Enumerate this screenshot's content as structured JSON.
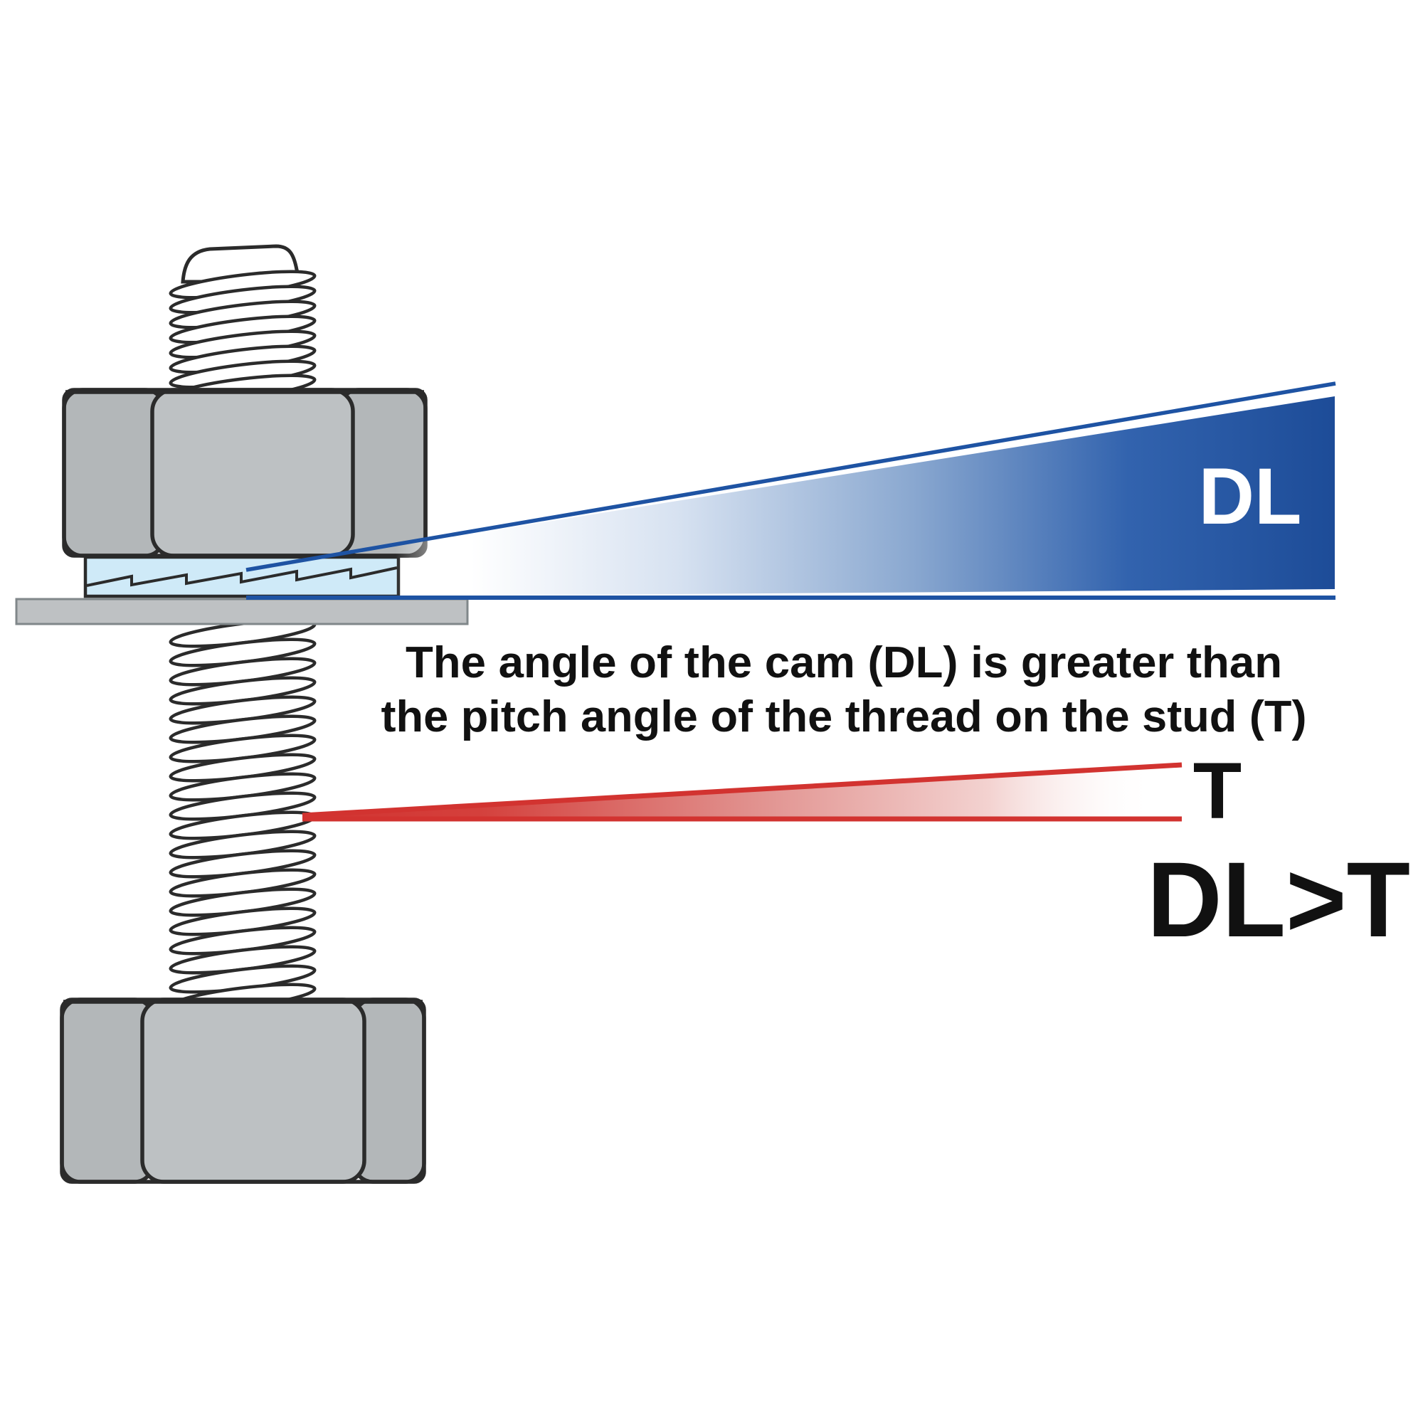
{
  "caption": {
    "line1": "The angle of the cam (DL) is greater than",
    "line2": "the pitch angle of the thread on the stud (T)"
  },
  "labels": {
    "cam_angle": "DL",
    "thread_pitch_angle": "T",
    "comparison": "DL>T"
  },
  "colors": {
    "cam_blue": "#1e53a3",
    "cam_blue_deep": "#1d4c98",
    "thread_red": "#d23330",
    "washer_blue": "#cfeaf8",
    "metal_gray": "#b9bdbf",
    "plate_gray": "#bec1c3",
    "outline_dark": "#2b2b2b",
    "text_black": "#111111",
    "background": "#ffffff"
  }
}
